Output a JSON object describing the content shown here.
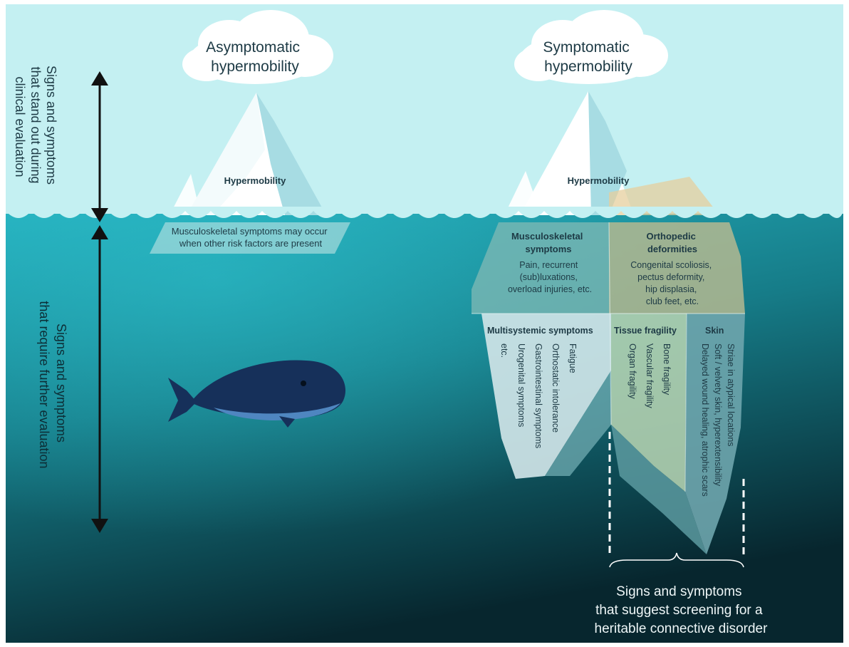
{
  "side_labels": {
    "above": [
      "Signs and symptoms",
      "that stand out during",
      "clinical evaluation"
    ],
    "below": [
      "Signs and symptoms",
      "that require further evaluation"
    ]
  },
  "left_iceberg": {
    "cloud": [
      "Asymptomatic",
      "hypermobility"
    ],
    "tip": "Hypermobility",
    "underwater": [
      "Musculoskeletal symptoms may occur",
      "when other risk factors are present"
    ]
  },
  "right_iceberg": {
    "cloud": [
      "Symptomatic",
      "hypermobility"
    ],
    "tip": "Hypermobility",
    "musculoskeletal": {
      "title": [
        "Musculoskeletal",
        "symptoms"
      ],
      "items": [
        "Pain, recurrent",
        "(sub)luxations,",
        "overload injuries, etc."
      ]
    },
    "orthopedic": {
      "title": [
        "Orthopedic",
        "deformities"
      ],
      "items": [
        "Congenital scoliosis,",
        "pectus deformity,",
        "hip displasia,",
        "club feet, etc."
      ]
    },
    "multisystemic": {
      "title": "Multisystemic symptoms",
      "items": [
        "Fatigue",
        "Orthostatic intolerance",
        "Gastrointestinal symptoms",
        "Urogenital symptoms",
        "etc."
      ]
    },
    "tissue": {
      "title": "Tissue fragility",
      "items": [
        "Bone fragility",
        "Vascular fragility",
        "Organ fragility"
      ]
    },
    "skin": {
      "title": "Skin",
      "items": [
        "Striae in atypical locations",
        "Soft / velvety skin, hyperextensibility",
        "Delayed wound healing, atrophic scars"
      ]
    }
  },
  "bottom_caption": [
    "Signs and symptoms",
    "that suggest screening for a",
    "heritable connective disorder"
  ],
  "colors": {
    "sky": "#c4f0f2",
    "sea_top": "#24aebc",
    "sea_bottom": "#07262e",
    "ice_light": "#ffffff",
    "ice_shadow": "#9fd8e0",
    "orthopedic": "#e6c58e",
    "whale": "#16305a",
    "arrow": "#111111"
  }
}
